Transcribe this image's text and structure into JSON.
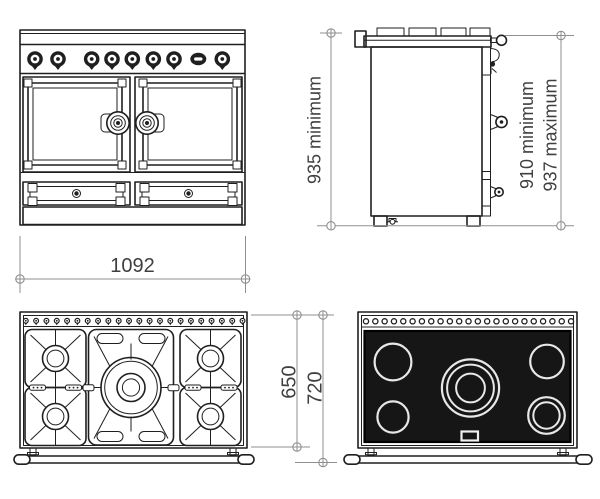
{
  "dimensions": {
    "front_width": "1092",
    "overall_height": "935 minimum",
    "worktop_height_min": "910 minimum",
    "worktop_height_max": "937 maximum",
    "hob_depth": "650",
    "overall_depth": "720"
  },
  "colors": {
    "ink": "#1f1f1f",
    "dim": "#8f8f8f",
    "txt": "#3f3f3f",
    "glass": "#161616",
    "ring": "#e8e8e8"
  },
  "decor": {
    "front_knob_count": 9,
    "gas_rivet_count": 22,
    "ceramic_rivet_count": 23,
    "gas_burner_count": 5,
    "ceramic_zone_count": 5
  }
}
